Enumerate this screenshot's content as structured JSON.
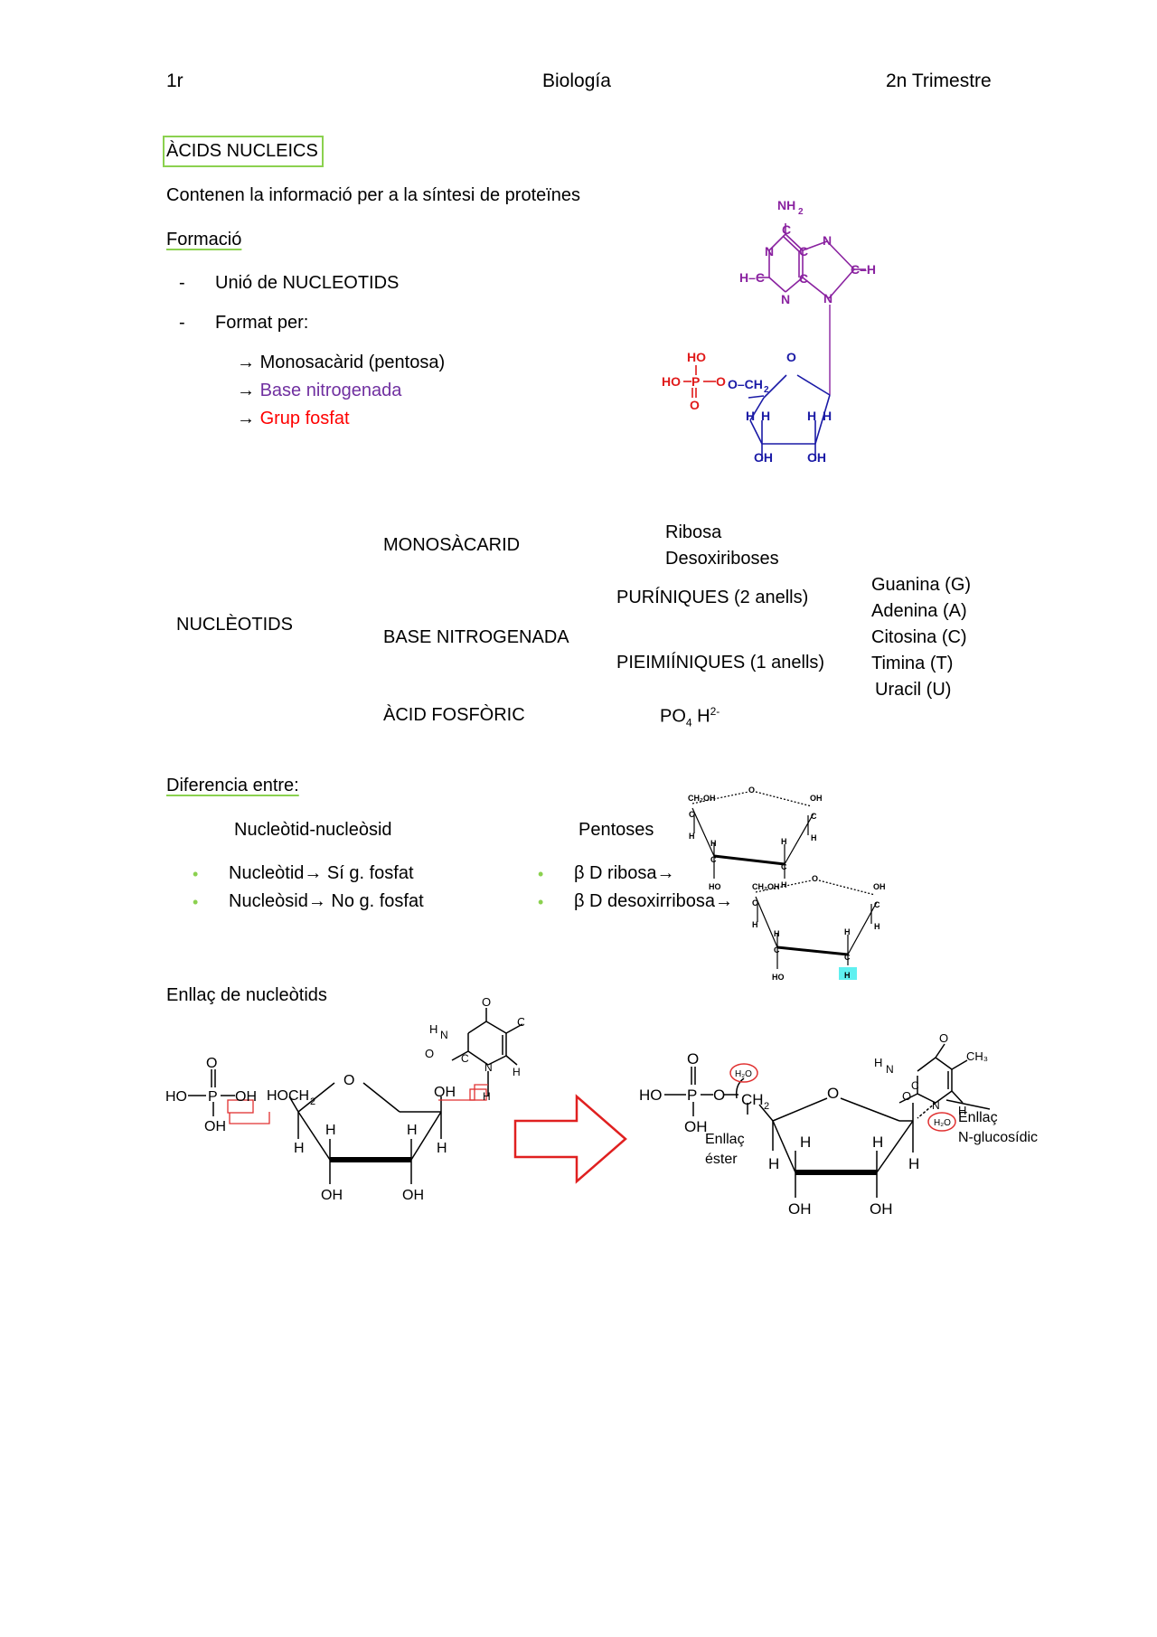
{
  "header": {
    "left": "1r",
    "center": "Biología",
    "right": "2n Trimestre"
  },
  "title": "ÀCIDS NUCLEICS",
  "intro": "Contenen la informació per a la síntesi de proteïnes",
  "formacio": {
    "heading": "Formació",
    "items": [
      "Unió de NUCLEOTIDS",
      "Format per:"
    ],
    "sub": {
      "arrow": "→",
      "mono": "Monosacàrid (pentosa)",
      "base": "Base nitrogenada",
      "fosfat": "Grup fosfat"
    }
  },
  "table": {
    "root": "NUCLÈOTIDS",
    "mono": {
      "label": "MONOSÀCARID",
      "opts": [
        "Ribosa",
        "Desoxiriboses"
      ]
    },
    "base": {
      "label": "BASE NITROGENADA",
      "purines": "PURÍNIQUES (2 anells)",
      "pyrimidines": "PIEIMIÍNIQUES (1 anells)",
      "bases": [
        "Guanina (G)",
        "Adenina (A)",
        "Citosina (C)",
        "Timina (T)",
        "Uracil (U)"
      ]
    },
    "acid": {
      "label": "ÀCID FOSFÒRIC",
      "formula_po": "PO",
      "formula_sub": "4",
      "formula_h": " H",
      "formula_sup": "2-"
    }
  },
  "diferencia": {
    "heading": "Diferencia entre:",
    "col1": {
      "title": "Nucleòtid-nucleòsid",
      "items": [
        "Nucleòtid→ Sí g. fosfat",
        "Nucleòsid→ No g. fosfat"
      ]
    },
    "col2": {
      "title": "Pentoses",
      "items": [
        "β D ribosa→",
        "β D desoxirribosa→"
      ]
    }
  },
  "enllac": {
    "heading": "Enllaç de nucleòtids",
    "ester_label_1": "Enllaç",
    "ester_label_2": "éster",
    "nglu_label_1": "Enllaç",
    "nglu_label_2": "N-glucosídic"
  },
  "colors": {
    "accent_green": "#8bd14f",
    "purple": "#7030a0",
    "red": "#ff0000",
    "navy": "#1a1aa6"
  }
}
